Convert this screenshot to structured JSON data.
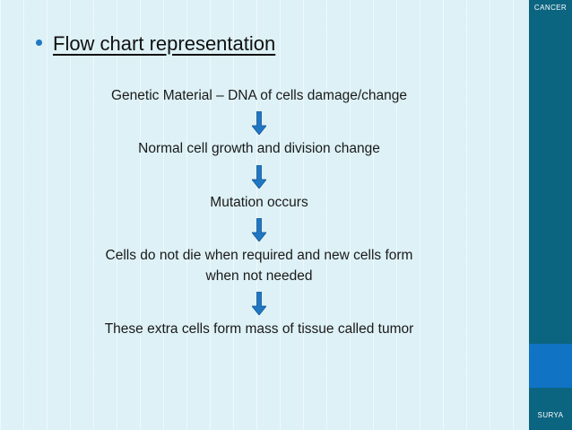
{
  "slide": {
    "background_color": "#ddf1f6",
    "heading": {
      "bullet_icon": "bullet-dot-icon",
      "text": "Flow chart representation"
    },
    "flow": {
      "arrow_icon": "down-arrow-icon",
      "arrow_color": "#1f77c4",
      "steps": [
        "Genetic Material – DNA of cells damage/change",
        "Normal cell growth and division change",
        "Mutation occurs",
        "Cells do not die when required and new cells form\nwhen not needed",
        "These extra cells form mass of tissue called tumor"
      ]
    }
  },
  "sidebar": {
    "background_color": "#0c6580",
    "accent_color": "#1073c4",
    "title": "CANCER",
    "footer": "SURYA"
  }
}
